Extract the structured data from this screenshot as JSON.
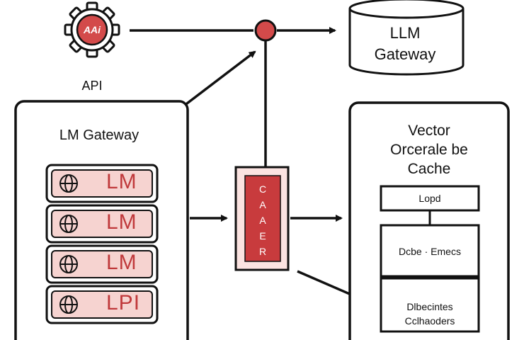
{
  "api": {
    "logo_text": "AAi",
    "label": "API",
    "icon": "gear-icon"
  },
  "top_cylinder": {
    "label_line1": "LLM",
    "label_line2": "Gateway"
  },
  "gateway": {
    "title": "LM Gateway",
    "rows": [
      {
        "label": "LM",
        "icon": "globe-icon"
      },
      {
        "label": "LM",
        "icon": "globe-icon"
      },
      {
        "label": "LM",
        "icon": "globe-icon"
      },
      {
        "label": "LPI",
        "icon": "globe-icon"
      }
    ]
  },
  "cache_block": {
    "letters": [
      "C",
      "A",
      "A",
      "E",
      "R"
    ]
  },
  "vector_cache": {
    "title_line1": "Vector",
    "title_line2": "Orcerale be",
    "title_line3": "Cache",
    "box1": "Lopd",
    "box2": "Dcbe · Emecs",
    "box3_line1": "Dlbecintes",
    "box3_line2": "Cclhaoders"
  },
  "colors": {
    "accent": "#d34a4a",
    "accent_light": "#f6d3d0",
    "stroke": "#111111"
  }
}
